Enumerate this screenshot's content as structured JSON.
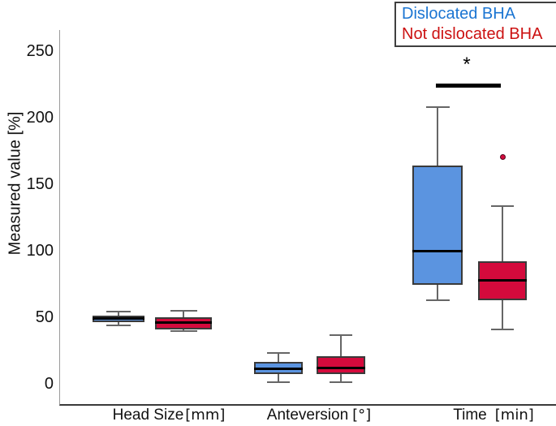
{
  "legend": {
    "items": [
      {
        "label": "Dislocated BHA",
        "color": "#1B75D2"
      },
      {
        "label": "Not dislocated BHA",
        "color": "#CC1111"
      }
    ]
  },
  "chart_data": {
    "type": "box",
    "title": "",
    "ylabel": "Measured value [%]",
    "xlabel": "",
    "ylim": [
      -15,
      266
    ],
    "yticks": [
      0,
      50,
      100,
      150,
      200,
      250
    ],
    "grid": false,
    "legend_position": "top-right",
    "categories": [
      {
        "name": "Head Size",
        "unit": "[mm]"
      },
      {
        "name": "Anteversion",
        "unit": "[°]"
      },
      {
        "name": "Time",
        "unit": "[min]"
      }
    ],
    "series": [
      {
        "name": "Dislocated BHA",
        "fill": "#5B94E0",
        "label_color": "#1B75D2",
        "boxes": [
          {
            "category": "Head Size",
            "min": 44,
            "q1": 46.5,
            "median": 49,
            "q3": 51.5,
            "max": 54.5,
            "outliers": []
          },
          {
            "category": "Anteversion",
            "min": 1.5,
            "q1": 7.5,
            "median": 11,
            "q3": 16.5,
            "max": 23,
            "outliers": []
          },
          {
            "category": "Time",
            "min": 63,
            "q1": 74.5,
            "median": 100,
            "q3": 164,
            "max": 208,
            "outliers": []
          }
        ]
      },
      {
        "name": "Not dislocated BHA",
        "fill": "#D40A3C",
        "label_color": "#CC1111",
        "boxes": [
          {
            "category": "Head Size",
            "min": 39.5,
            "q1": 41,
            "median": 46,
            "q3": 50,
            "max": 55,
            "outliers": []
          },
          {
            "category": "Anteversion",
            "min": 1.5,
            "q1": 7.5,
            "median": 12,
            "q3": 20.5,
            "max": 36.5,
            "outliers": []
          },
          {
            "category": "Time",
            "min": 41,
            "q1": 63,
            "median": 77.5,
            "q3": 92,
            "max": 133.5,
            "outliers": [
              170.5
            ]
          }
        ]
      }
    ],
    "annotations": [
      {
        "type": "significance",
        "text": "*",
        "category": "Time",
        "bar_y_value": 225
      }
    ]
  }
}
